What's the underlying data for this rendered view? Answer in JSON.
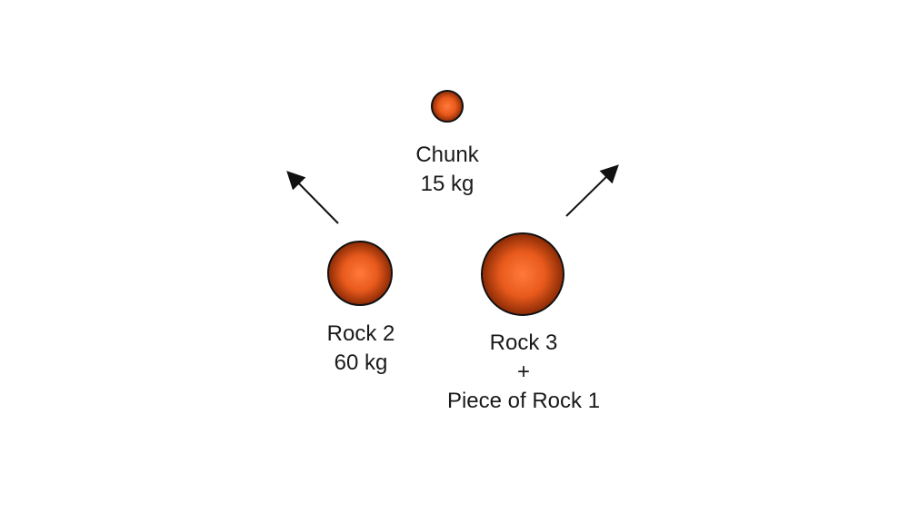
{
  "objects": {
    "chunk": {
      "name": "Chunk",
      "mass": "15 kg"
    },
    "rock2": {
      "name": "Rock 2",
      "mass": "60 kg"
    },
    "rock3": {
      "name": "Rock 3",
      "plus": "+",
      "extra": "Piece of Rock 1"
    }
  },
  "colors": {
    "rock_center": "#ff7a3c",
    "rock_mid": "#e85a1c",
    "rock_edge": "#8a2a05",
    "outline": "#111111",
    "arrow": "#111111"
  }
}
